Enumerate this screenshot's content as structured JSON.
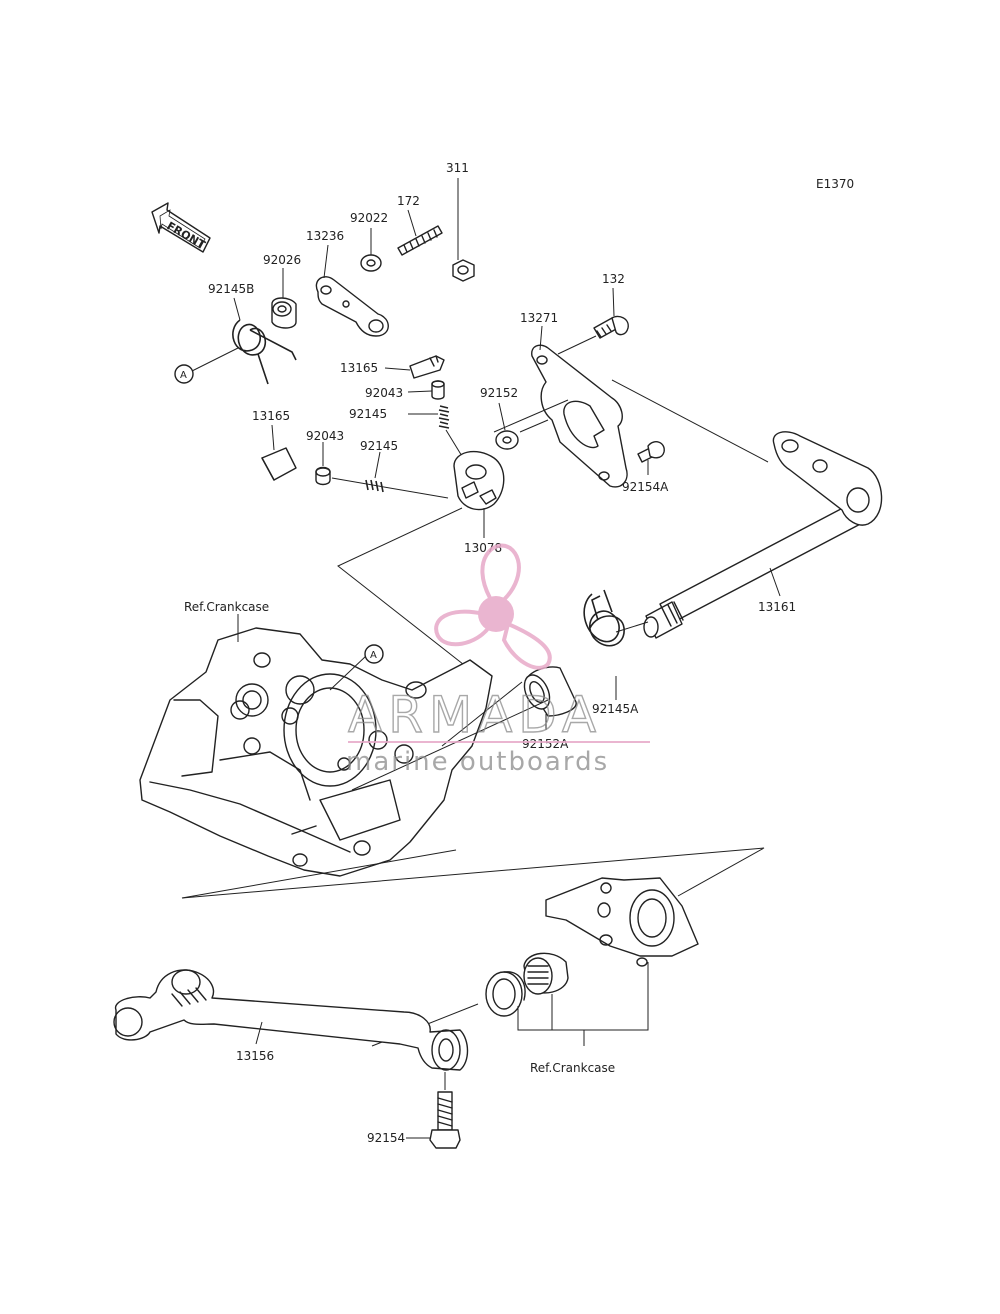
{
  "diagram": {
    "code": "E1370",
    "front_arrow": "FRONT",
    "reference_marker": "A",
    "crankcase_ref_upper": "Ref.Crankcase",
    "crankcase_ref_lower": "Ref.Crankcase"
  },
  "parts": {
    "p311": "311",
    "p172": "172",
    "p92022": "92022",
    "p13236": "13236",
    "p92026": "92026",
    "p92145B": "92145B",
    "p132": "132",
    "p13271": "13271",
    "p13165a": "13165",
    "p92043a": "92043",
    "p92145a": "92145",
    "p92152": "92152",
    "p13165b": "13165",
    "p92043b": "92043",
    "p92145b": "92145",
    "p92154A": "92154A",
    "p13078": "13078",
    "p13161": "13161",
    "p92145A": "92145A",
    "p92152A": "92152A",
    "p13156": "13156",
    "p92154": "92154"
  },
  "watermark": {
    "brand": "ARMADA",
    "tagline": "marine outboards",
    "brand_color": "#e7a9c8",
    "text_color": "#8c8c8c"
  }
}
